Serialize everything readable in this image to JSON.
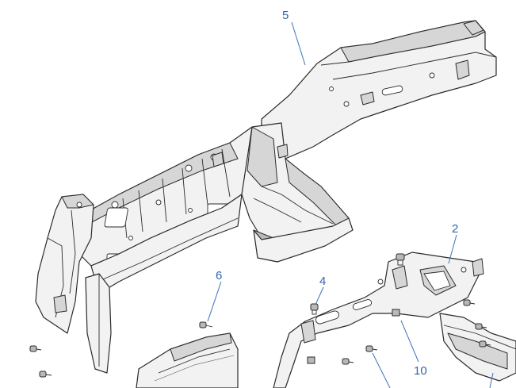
{
  "callouts": [
    {
      "id": "5",
      "label": "5"
    },
    {
      "id": "2",
      "label": "2"
    },
    {
      "id": "6",
      "label": "6"
    },
    {
      "id": "4",
      "label": "4"
    },
    {
      "id": "10",
      "label": "10"
    }
  ],
  "colors": {
    "callout": "#2f66ad",
    "line_art": "#2b2b2b",
    "fill": "#f2f2f2",
    "shading": "#d6d6d6"
  }
}
